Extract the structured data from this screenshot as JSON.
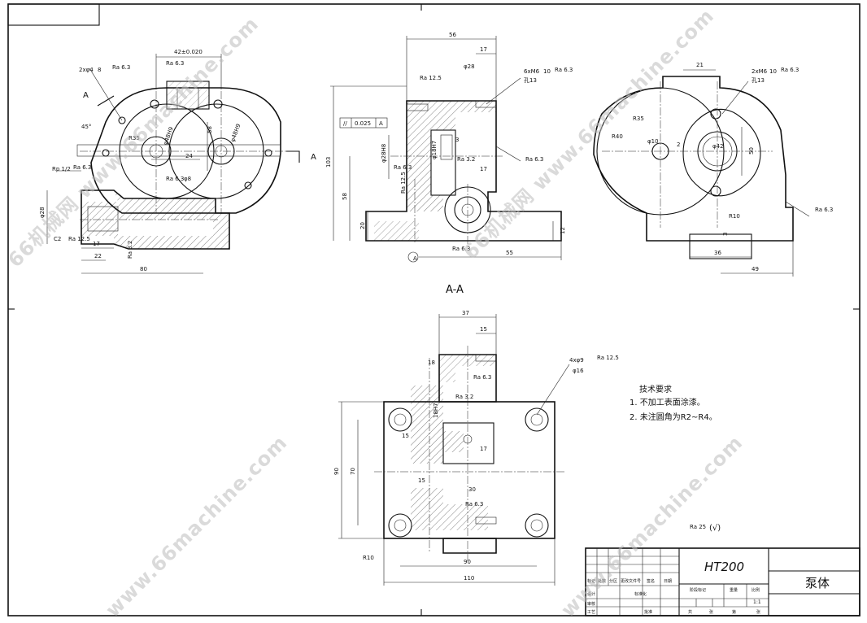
{
  "watermark": {
    "text": "www.66machine.com",
    "text_alt": "66机械网 www.66machine.com"
  },
  "view_front": {
    "dims": {
      "center_distance": "42±0.020",
      "bolt_holes": "2xφ4",
      "bolt_holes_depth": "8",
      "ra_63": "Ra 6.3",
      "ra_32": "Ra 3.2",
      "ra_125": "Ra 12.5",
      "angle": "45°",
      "bore_left": "φ48H9",
      "bore_right": "φ48H9",
      "width_24": "24",
      "height_58": "58",
      "r35": "R35",
      "d8": "φ8",
      "len_80": "80",
      "len_22": "22",
      "len_17": "17",
      "d28": "φ28",
      "chamfer_c2": "C2",
      "rp": "Rp 1/2",
      "section_mark": "A"
    }
  },
  "view_section": {
    "title": "A-A",
    "dims": {
      "w56": "56",
      "w17": "17",
      "d28": "φ28",
      "tap": "6xM6",
      "tap_depth": "10",
      "hole_depth": "孔13",
      "ra_125": "Ra 12.5",
      "ra_63": "Ra 6.3",
      "ra_32": "Ra 3.2",
      "parallel": "//",
      "tolerance": "0.025",
      "datum": "A",
      "h103": "103",
      "h58": "58",
      "h20": "20",
      "h12": "12",
      "w55": "55",
      "d28h8": "φ28H8",
      "d18h7": "φ18H7",
      "w3": "3",
      "w17b": "17"
    }
  },
  "view_right": {
    "dims": {
      "w21": "21",
      "tap": "2xM6",
      "tap_depth": "10",
      "hole_depth": "孔13",
      "ra_63": "Ra 6.3",
      "r35": "R35",
      "r40": "R40",
      "d10": "φ10",
      "d42": "φ42",
      "w2": "2",
      "h50": "50",
      "r10": "R10",
      "w3": "3",
      "w36": "36",
      "w49": "49"
    }
  },
  "view_top": {
    "dims": {
      "w37": "37",
      "w15": "15",
      "w18": "18",
      "holes": "4xφ9",
      "counterbore": "φ16",
      "ra_125": "Ra 12.5",
      "ra_63": "Ra 6.3",
      "ra_32": "Ra 3.2",
      "d18h7": "18H7",
      "w15b": "15",
      "w17": "17",
      "w30": "30",
      "h90": "90",
      "h70": "70",
      "w90": "90",
      "w110": "110",
      "r10": "R10",
      "w15c": "15"
    }
  },
  "tech_req": {
    "title": "技术要求",
    "items": [
      "1. 不加工表面涂漆。",
      "2. 未注圆角为R2~R4。"
    ],
    "roughness_general": "Ra 25",
    "roughness_mark": "(√)"
  },
  "title_block": {
    "material": "HT200",
    "part_name": "泵体",
    "scale_label": "比例",
    "scale": "1:1",
    "mass_label": "重量",
    "stage_label": "阶段标记",
    "sheet_label": "共",
    "sheet_of": "张",
    "sheet_no": "第",
    "sheet_no_of": "张",
    "date_label": "日期",
    "sign_label": "签名",
    "std_label": "标准化",
    "design_label": "设计",
    "check_label": "审核",
    "process_label": "工艺",
    "approve_label": "批准",
    "mark_label": "标记",
    "count_label": "处数",
    "zone_label": "分区",
    "change_label": "更改文件号"
  }
}
